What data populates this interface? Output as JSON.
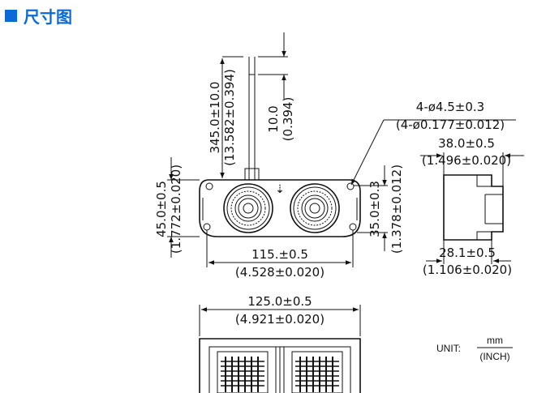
{
  "header": {
    "title": "尺寸图",
    "accent_color": "#0a6ad8"
  },
  "top_view": {
    "cable_length": "345.0±10.0",
    "cable_length_in": "(13.582±0.394)",
    "wire_strip": "10.0",
    "wire_strip_in": "(0.394)",
    "height": "45.0±0.5",
    "height_in": "(1.772±0.020)",
    "inner_height": "35.0±0.3",
    "inner_height_in": "(1.378±0.012)",
    "hole_spacing": "115.±0.5",
    "hole_spacing_in": "(4.528±0.020)",
    "holes": "4-ø4.5±0.3",
    "holes_in": "(4-ø0.177±0.012)"
  },
  "side_view": {
    "depth": "38.0±0.5",
    "depth_in": "(1.496±0.020)",
    "body_depth": "28.1±0.5",
    "body_depth_in": "(1.106±0.020)"
  },
  "front_view": {
    "length": "125.0±0.5",
    "length_in": "(4.921±0.020)"
  },
  "unit": {
    "label": "UNIT:",
    "numerator": "mm",
    "denominator": "(INCH)"
  }
}
